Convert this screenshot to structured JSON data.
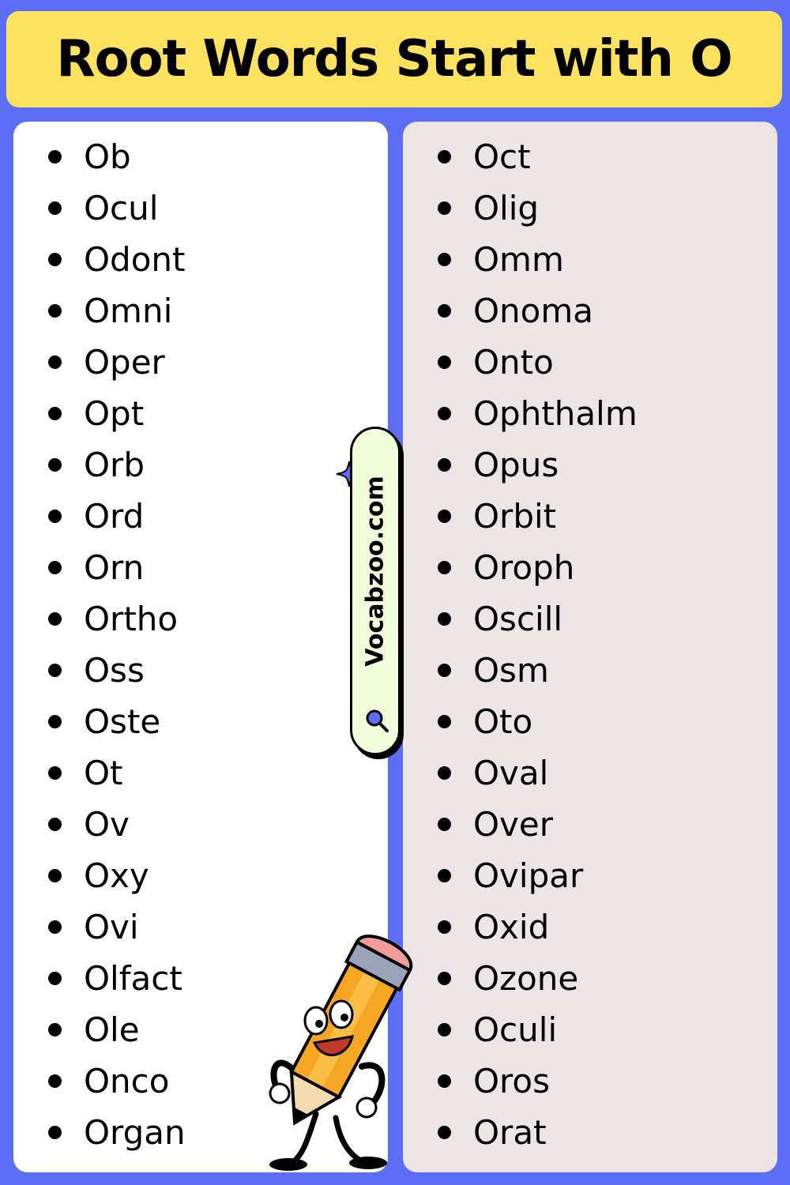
{
  "title": "Root Words Start with O",
  "left_column": [
    "Ob",
    "Ocul",
    "Odont",
    "Omni",
    "Oper",
    "Opt",
    "Orb",
    "Ord",
    "Orn",
    "Ortho",
    "Oss",
    "Oste",
    "Ot",
    "Ov",
    "Oxy",
    "Ovi",
    "Olfact",
    "Ole",
    "Onco",
    "Organ"
  ],
  "right_column": [
    "Oct",
    "Olig",
    "Omm",
    "Onoma",
    "Onto",
    "Ophthalm",
    "Opus",
    "Orbit",
    "Oroph",
    "Oscill",
    "Osm",
    "Oto",
    "Oval",
    "Over",
    "Ovipar",
    "Oxid",
    "Ozone",
    "Oculi",
    "Oros",
    "Orat"
  ],
  "badge": {
    "text": "Vocabzoo.com",
    "icon": "search-icon"
  },
  "colors": {
    "background": "#5b6ef5",
    "title_bar": "#fce25e",
    "left_panel": "#ffffff",
    "right_panel": "#ece4e5",
    "badge": "#eeffd9",
    "pencil": "#f5a623"
  }
}
